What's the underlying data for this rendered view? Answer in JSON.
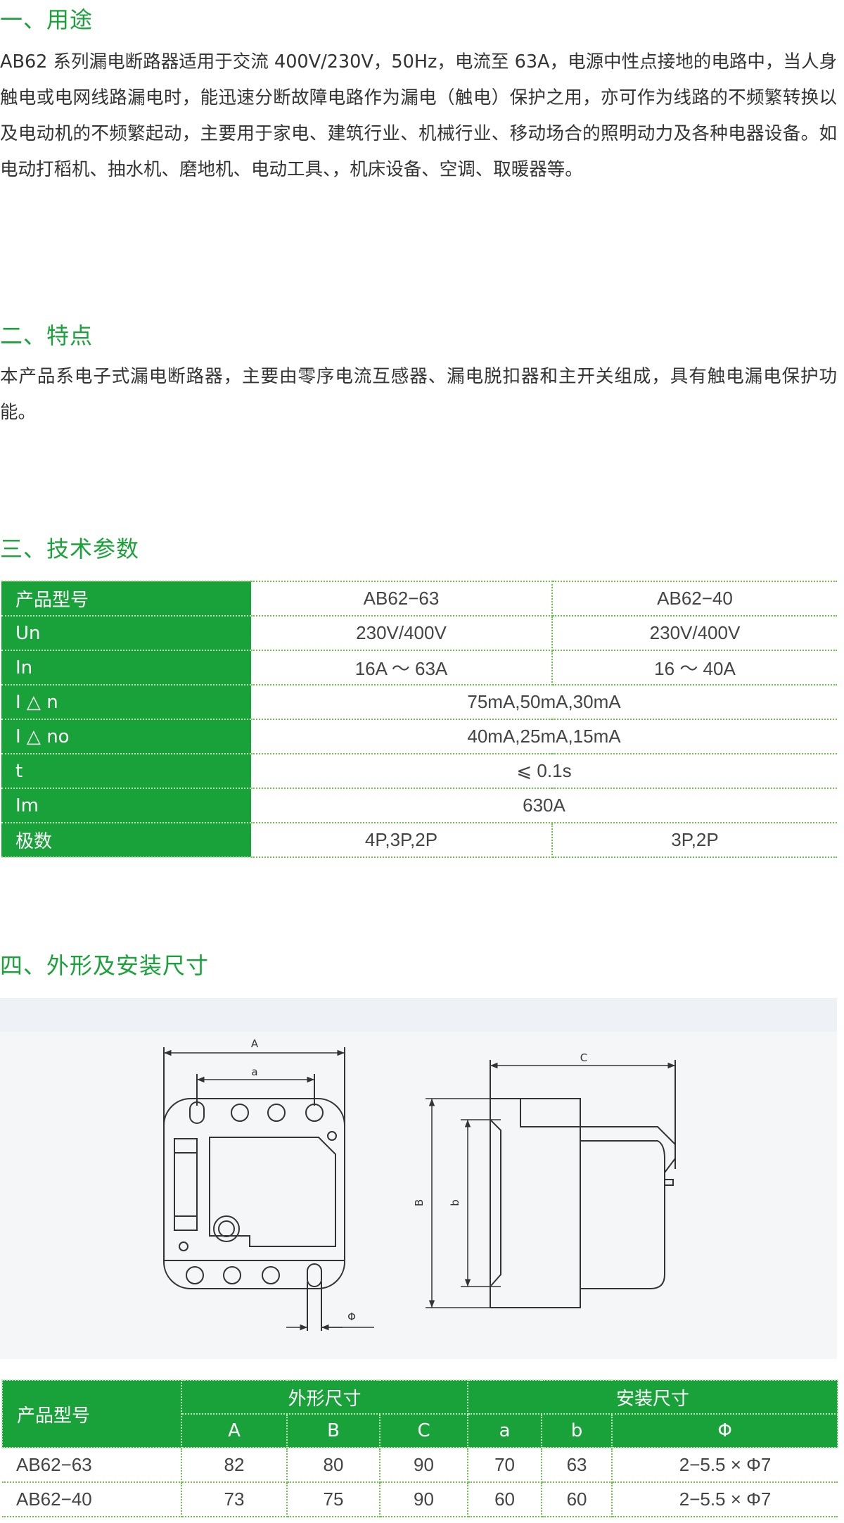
{
  "sections": {
    "usage": {
      "title": "一、用途",
      "text": "AB62 系列漏电断路器适用于交流 400V/230V，50Hz，电流至 63A，电源中性点接地的电路中，当人身触电或电网线路漏电时，能迅速分断故障电路作为漏电（触电）保护之用，亦可作为线路的不频繁转换以及电动机的不频繁起动，主要用于家电、建筑行业、机械行业、移动场合的照明动力及各种电器设备。如电动打稻机、抽水机、磨地机、电动工具、，机床设备、空调、取暖器等。"
    },
    "features": {
      "title": "二、特点",
      "text": "本产品系电子式漏电断路器，主要由零序电流互感器、漏电脱扣器和主开关组成，具有触电漏电保护功能。"
    },
    "params": {
      "title": "三、技术参数"
    },
    "dimensions": {
      "title": "四、外形及安装尺寸"
    }
  },
  "spec_table": {
    "rows": [
      {
        "label": "产品型号",
        "cells": [
          "AB62−63",
          "AB62−40"
        ]
      },
      {
        "label": "Un",
        "cells": [
          "230V/400V",
          "230V/400V"
        ]
      },
      {
        "label": "In",
        "cells": [
          "16A ～ 63A",
          "16 ～ 40A"
        ]
      },
      {
        "label": "I △ n",
        "cells": [
          "75mA,50mA,30mA"
        ]
      },
      {
        "label": "I △ no",
        "cells": [
          "40mA,25mA,15mA"
        ]
      },
      {
        "label": "t",
        "cells": [
          "⩽ 0.1s"
        ]
      },
      {
        "label": "Im",
        "cells": [
          "630A"
        ]
      },
      {
        "label": "极数",
        "cells": [
          "4P,3P,2P",
          "3P,2P"
        ]
      }
    ]
  },
  "drawing": {
    "labels": {
      "A": "A",
      "a": "a",
      "C": "C",
      "B": "B",
      "b": "b",
      "phi": "Φ"
    }
  },
  "dims_table": {
    "model_header": "产品型号",
    "group_outline": "外形尺寸",
    "group_install": "安装尺寸",
    "sub_headers": [
      "A",
      "B",
      "C",
      "a",
      "b",
      "Φ"
    ],
    "rows": [
      {
        "model": "AB62−63",
        "values": [
          "82",
          "80",
          "90",
          "70",
          "63",
          "2−5.5 × Φ7"
        ]
      },
      {
        "model": "AB62−40",
        "values": [
          "73",
          "75",
          "90",
          "60",
          "60",
          "2−5.5 × Φ7"
        ]
      }
    ]
  },
  "colors": {
    "accent": "#1aa23a",
    "dotted_border": "#6cc24a",
    "text": "#333333"
  }
}
